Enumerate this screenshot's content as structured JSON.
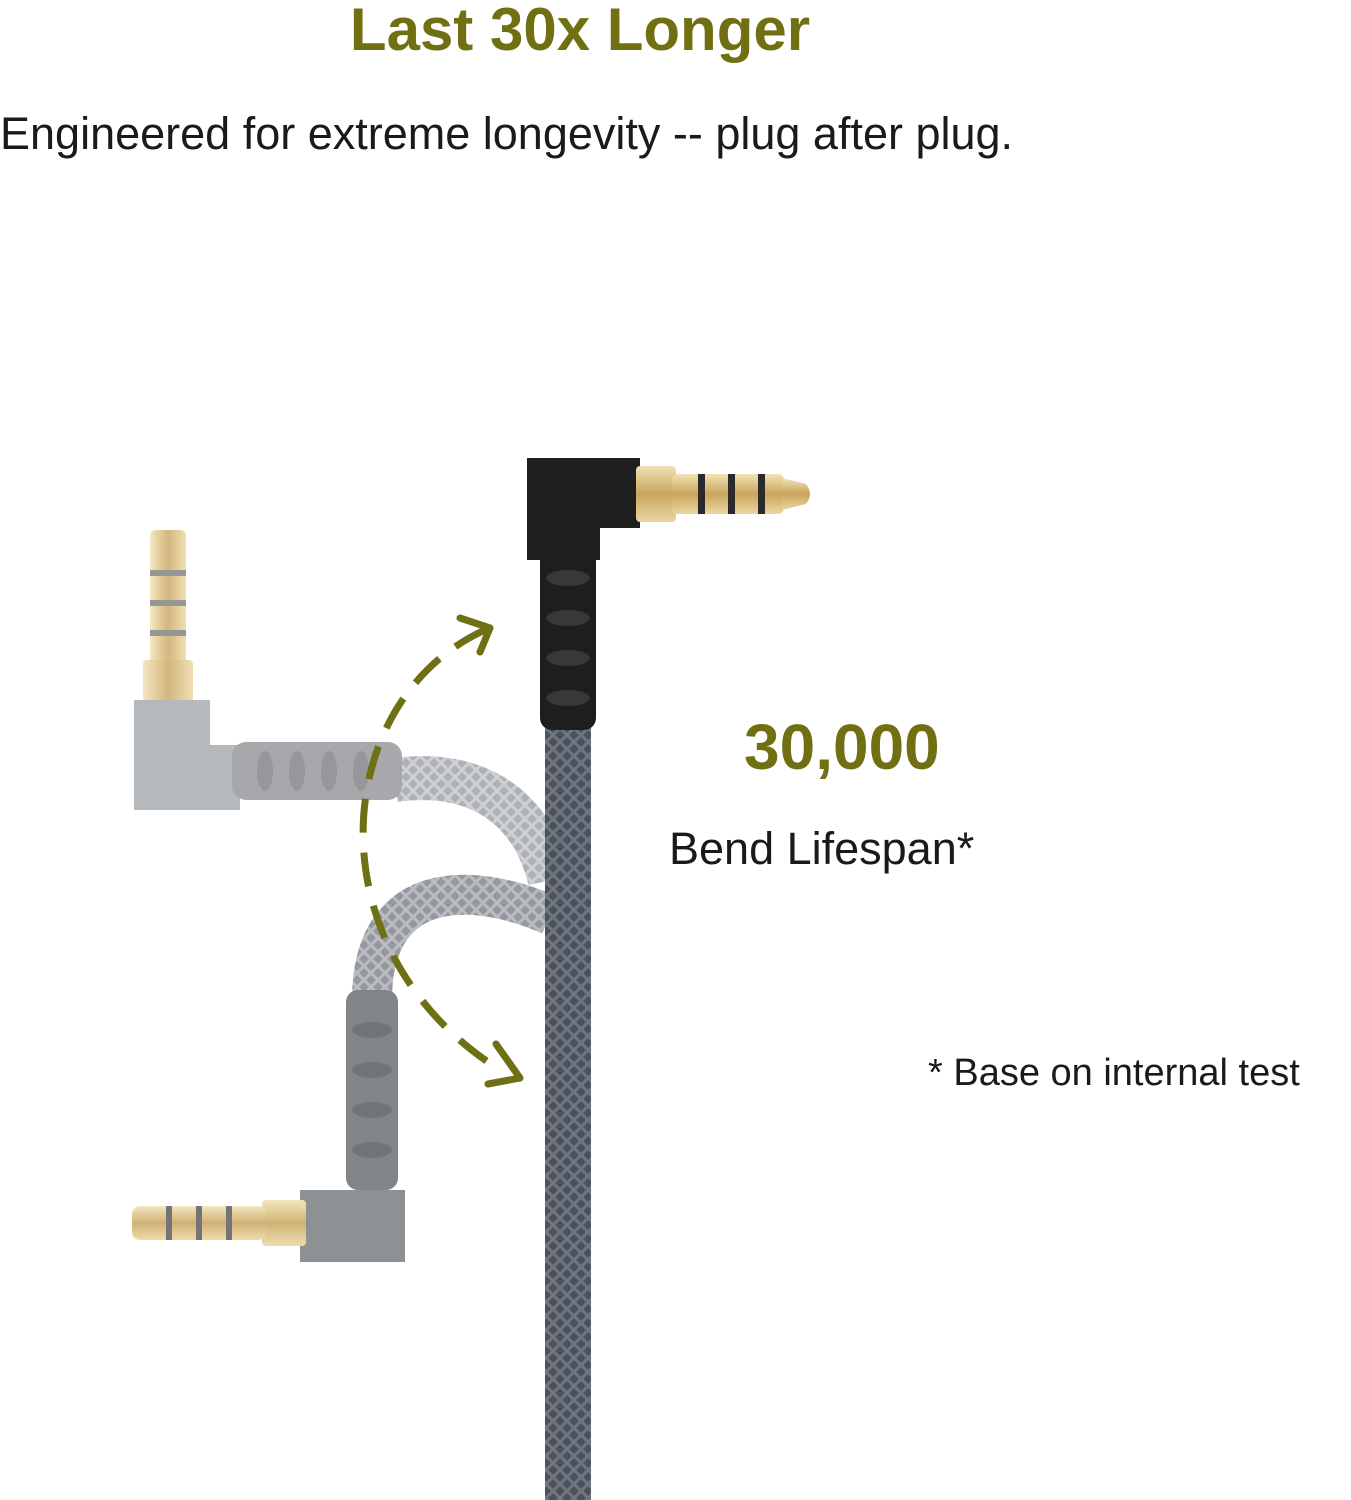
{
  "headline": "Last 30x Longer",
  "subheadline": "Engineered for extreme longevity -- plug after plug.",
  "stat": {
    "value": "30,000",
    "label": "Bend Lifespan*"
  },
  "footnote": "* Base on internal test",
  "colors": {
    "accent": "#707012",
    "text": "#1a1a1a",
    "cable": "#4a5058",
    "gold": "#d8bd7c"
  },
  "icons": {
    "cable": "audio-cable-icon",
    "arrow": "bend-arrow-icon"
  }
}
